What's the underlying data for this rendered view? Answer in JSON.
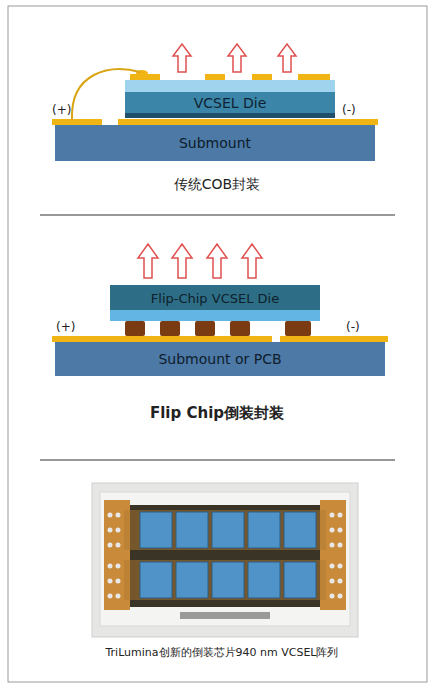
{
  "diagram": {
    "nodes": [
      {
        "text": [
          "VCSEL Die"
        ]
      },
      {
        "text": [
          "Submount"
        ]
      },
      {
        "text": [
          "Flip-Chip VCSEL Die"
        ]
      },
      {
        "text": [
          "Submount or PCB"
        ]
      }
    ],
    "labels": [
      "(+)",
      "(-)",
      "传统COB封装",
      "(+)",
      "(-)",
      "Flip Chip倒装封装",
      "TriLumina创新的倒装芯片940 nm VCSEL阵列"
    ]
  }
}
